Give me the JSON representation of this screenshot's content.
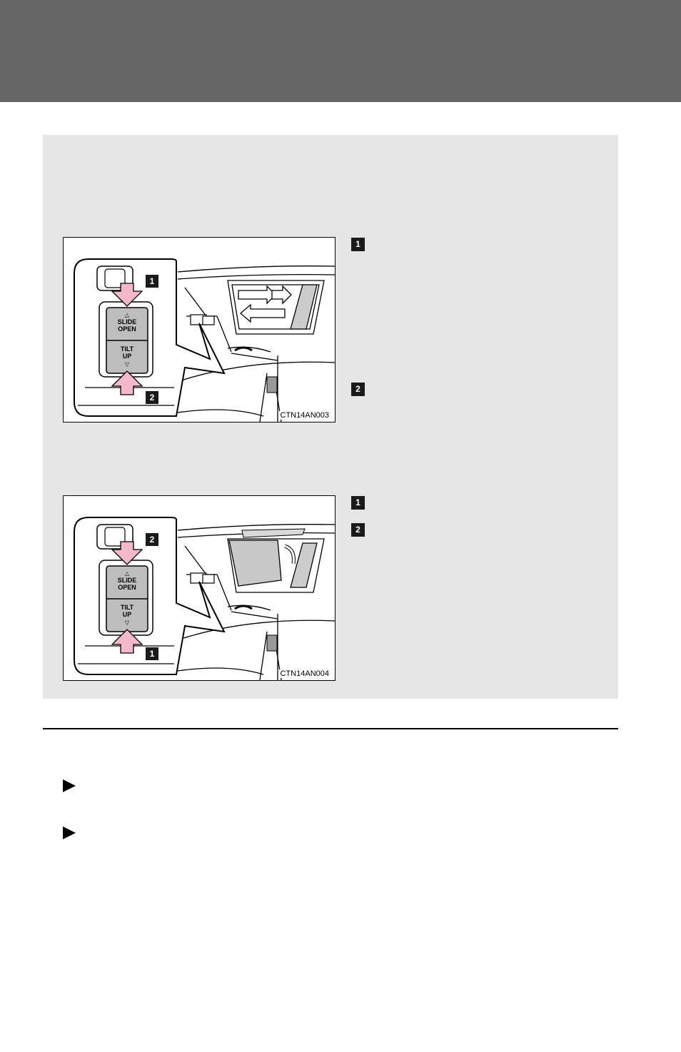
{
  "figures": [
    {
      "code": "CTN14AN003",
      "switch": {
        "slide_label": "SLIDE\nOPEN",
        "tilt_label": "TILT\nUP"
      },
      "callouts": {
        "upper": "1",
        "lower": "2"
      }
    },
    {
      "code": "CTN14AN004",
      "switch": {
        "slide_label": "SLIDE\nOPEN",
        "tilt_label": "TILT\nUP"
      },
      "callouts": {
        "upper": "2",
        "lower": "1"
      }
    }
  ],
  "steps_1": [
    "1",
    "2"
  ],
  "steps_2": [
    "1",
    "2"
  ],
  "colors": {
    "header": "#666666",
    "panel": "#e6e6e6",
    "arrow_fill": "#f4b9c8",
    "switch_fill": "#bdbdbd"
  },
  "icons": {
    "bullet": "right-triangle-bullet-icon"
  }
}
